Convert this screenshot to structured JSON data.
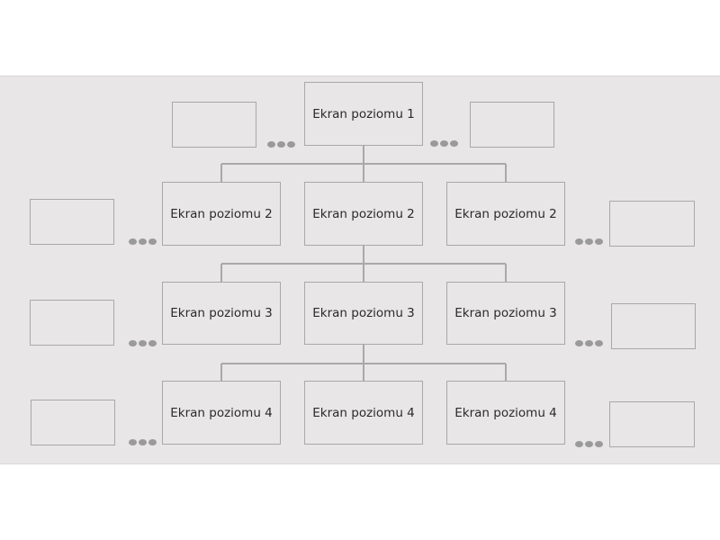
{
  "diagram": {
    "level1": {
      "label": "Ekran poziomu 1"
    },
    "level2": [
      {
        "label": "Ekran poziomu 2"
      },
      {
        "label": "Ekran poziomu 2"
      },
      {
        "label": "Ekran poziomu 2"
      }
    ],
    "level3": [
      {
        "label": "Ekran poziomu 3"
      },
      {
        "label": "Ekran poziomu 3"
      },
      {
        "label": "Ekran poziomu 3"
      }
    ],
    "level4": [
      {
        "label": "Ekran poziomu 4"
      },
      {
        "label": "Ekran poziomu 4"
      },
      {
        "label": "Ekran poziomu 4"
      }
    ],
    "colors": {
      "background": "#e8e6e6",
      "border": "#a9a9a9",
      "connector": "#a9a9a9",
      "dots": "#9a9a9a",
      "text": "#2b2b2b"
    }
  }
}
